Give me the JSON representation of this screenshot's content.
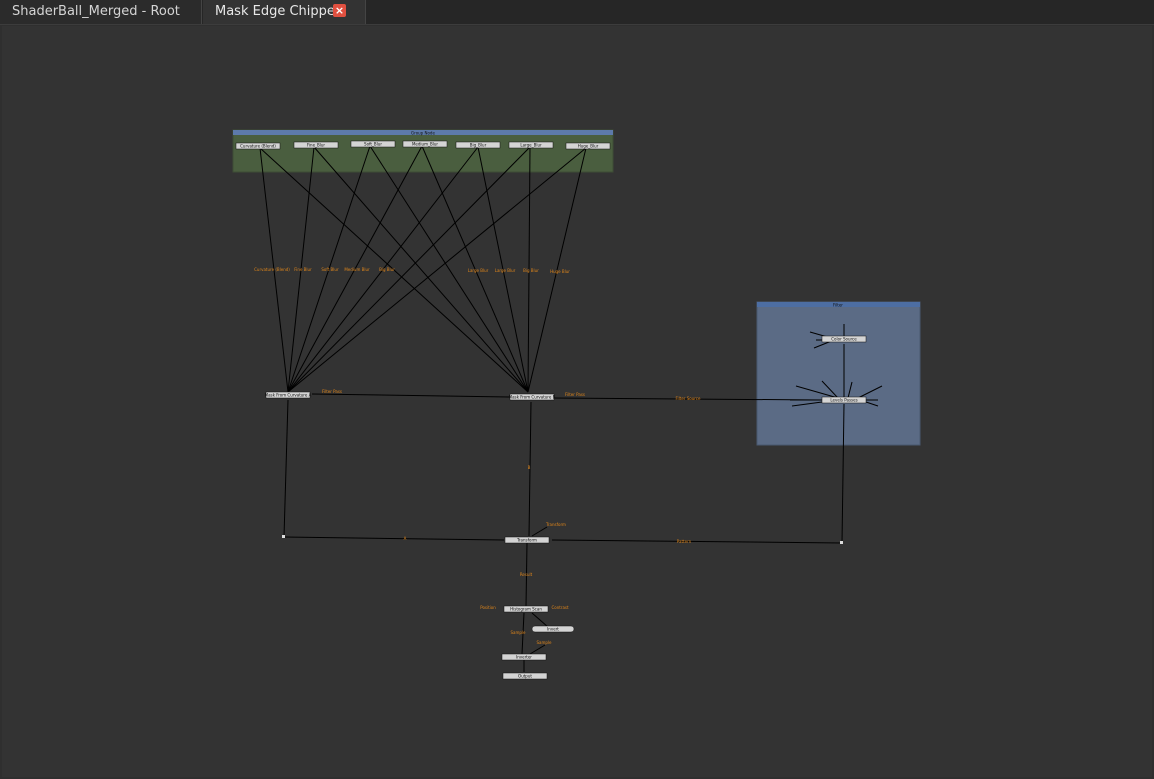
{
  "tabs": [
    {
      "label": "ShaderBall_Merged - Root"
    },
    {
      "label": "Mask Edge Chipped"
    }
  ],
  "close_icon": "close-icon",
  "colors": {
    "canvas": "#333333",
    "wire": "#000000",
    "port_label": "#e0861a",
    "frame_green": "#4a5e3f",
    "frame_blue": "#5b6b85"
  },
  "graph": {
    "frame_group": {
      "title": "Group Node",
      "nodes": [
        "Curvature (Blend)",
        "Fine_Blur",
        "Soft_Blur",
        "Medium_Blur",
        "Big_Blur",
        "Large_Blur",
        "Huge_Blur"
      ]
    },
    "frame_filter": {
      "title": "Filter",
      "nodes": [
        "Color Source",
        "Levels Passes"
      ]
    },
    "nodes": {
      "mask_a": "Mask From Curvature A",
      "mask_b": "Mask From Curvature B",
      "transform": "Transform",
      "histogram": "Histogram Scan",
      "invert": "Invert",
      "inverter": "Inverter",
      "output": "Output"
    },
    "wire_labels": {
      "mid": [
        "Curvature (Blend)",
        "Fine Blur",
        "Soft Blur",
        "Medium Blur",
        "Big Blur",
        "Large Blur",
        "Big Blur",
        "Huge Blur"
      ],
      "mask_a_side": "Filter Pass",
      "mask_b_side": "Filter Pass",
      "filter_link": "Filter Source",
      "b_out": "B",
      "transform_in": "Transform",
      "left_link": "A",
      "right_link": "Pattern",
      "result": "Result",
      "position": "Position",
      "contrast": "Contrast",
      "sample": "Sample",
      "sample2": "Sample"
    }
  }
}
